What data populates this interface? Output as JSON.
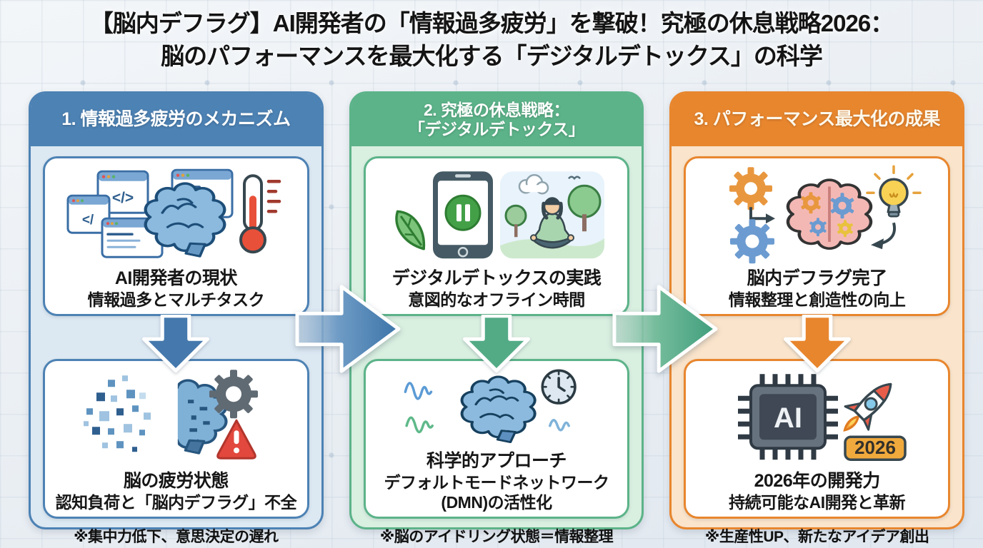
{
  "title": {
    "line1": "【脳内デフラグ】AI開発者の「情報過多疲労」を撃破！究極の休息戦略2026：",
    "line2": "脳のパフォーマンスを最大化する「デジタルデトックス」の科学"
  },
  "icon_text": {
    "code": "</>",
    "code2": "</",
    "chip": "AI",
    "badge": "2026"
  },
  "palette": {
    "blue": "#4D82B4",
    "green": "#5CB389",
    "orange": "#E8862E"
  },
  "columns": [
    {
      "header": "1. 情報過多疲労のメカニズム",
      "cards": [
        {
          "heading": "AI開発者の現状",
          "sub": "情報過多とマルチタスク"
        },
        {
          "heading": "脳の疲労状態",
          "sub": "認知負荷と「脳内デフラグ」不全"
        }
      ],
      "footer": "※集中力低下、意思決定の遅れ"
    },
    {
      "header": "2. 究極の休息戦略：",
      "header_line2": "「デジタルデトックス」",
      "cards": [
        {
          "heading": "デジタルデトックスの実践",
          "sub": "意図的なオフライン時間"
        },
        {
          "heading": "科学的アプローチ",
          "sub": "デフォルトモードネットワーク(DMN)の活性化"
        }
      ],
      "footer": "※脳のアイドリング状態＝情報整理"
    },
    {
      "header": "3. パフォーマンス最大化の成果",
      "cards": [
        {
          "heading": "脳内デフラグ完了",
          "sub": "情報整理と創造性の向上"
        },
        {
          "heading": "2026年の開発力",
          "sub": "持続可能なAI開発と革新"
        }
      ],
      "footer": "※生産性UP、新たなアイデア創出"
    }
  ]
}
